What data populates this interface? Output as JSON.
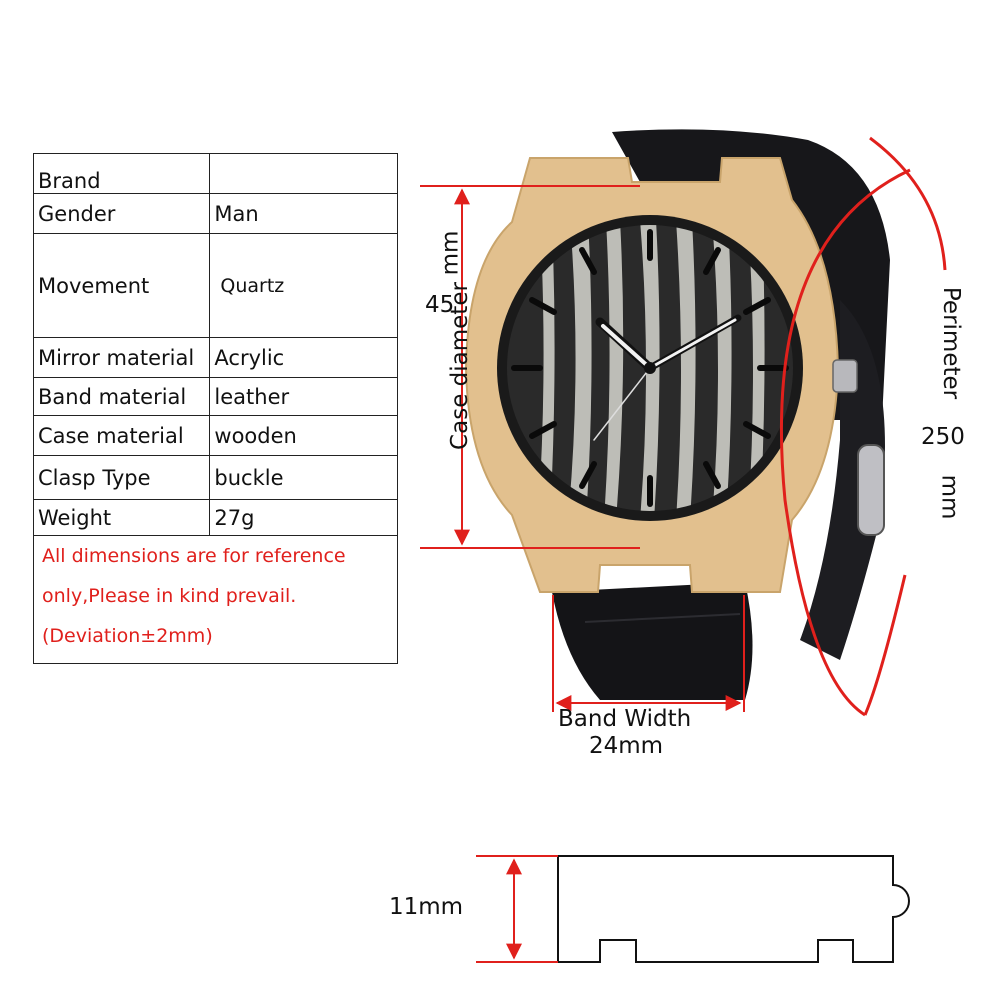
{
  "specs": {
    "rows": [
      {
        "key": "Brand",
        "value": ""
      },
      {
        "key": "Gender",
        "value": "Man"
      },
      {
        "key": "Movement",
        "value": "Quartz"
      },
      {
        "key": "Mirror material",
        "value": "Acrylic"
      },
      {
        "key": "Band material",
        "value": "leather"
      },
      {
        "key": "Case material",
        "value": "wooden"
      },
      {
        "key": "Clasp Type",
        "value": "buckle"
      },
      {
        "key": "Weight",
        "value": "27g"
      }
    ],
    "note": [
      "All dimensions are for reference",
      "only,Please in kind prevail.",
      "(Deviation±2mm)"
    ]
  },
  "dimensions": {
    "case_diameter": {
      "label": "Case diameter",
      "value": "45",
      "unit": "mm"
    },
    "perimeter": {
      "label": "Perimeter",
      "value": "250",
      "unit": "mm"
    },
    "band_width": {
      "label": "Band Width",
      "value": "24mm"
    },
    "thickness": {
      "value": "11mm"
    }
  },
  "colors": {
    "accent": "#e0201c",
    "bamboo": "#e2c08e",
    "strap": "#17171a"
  }
}
